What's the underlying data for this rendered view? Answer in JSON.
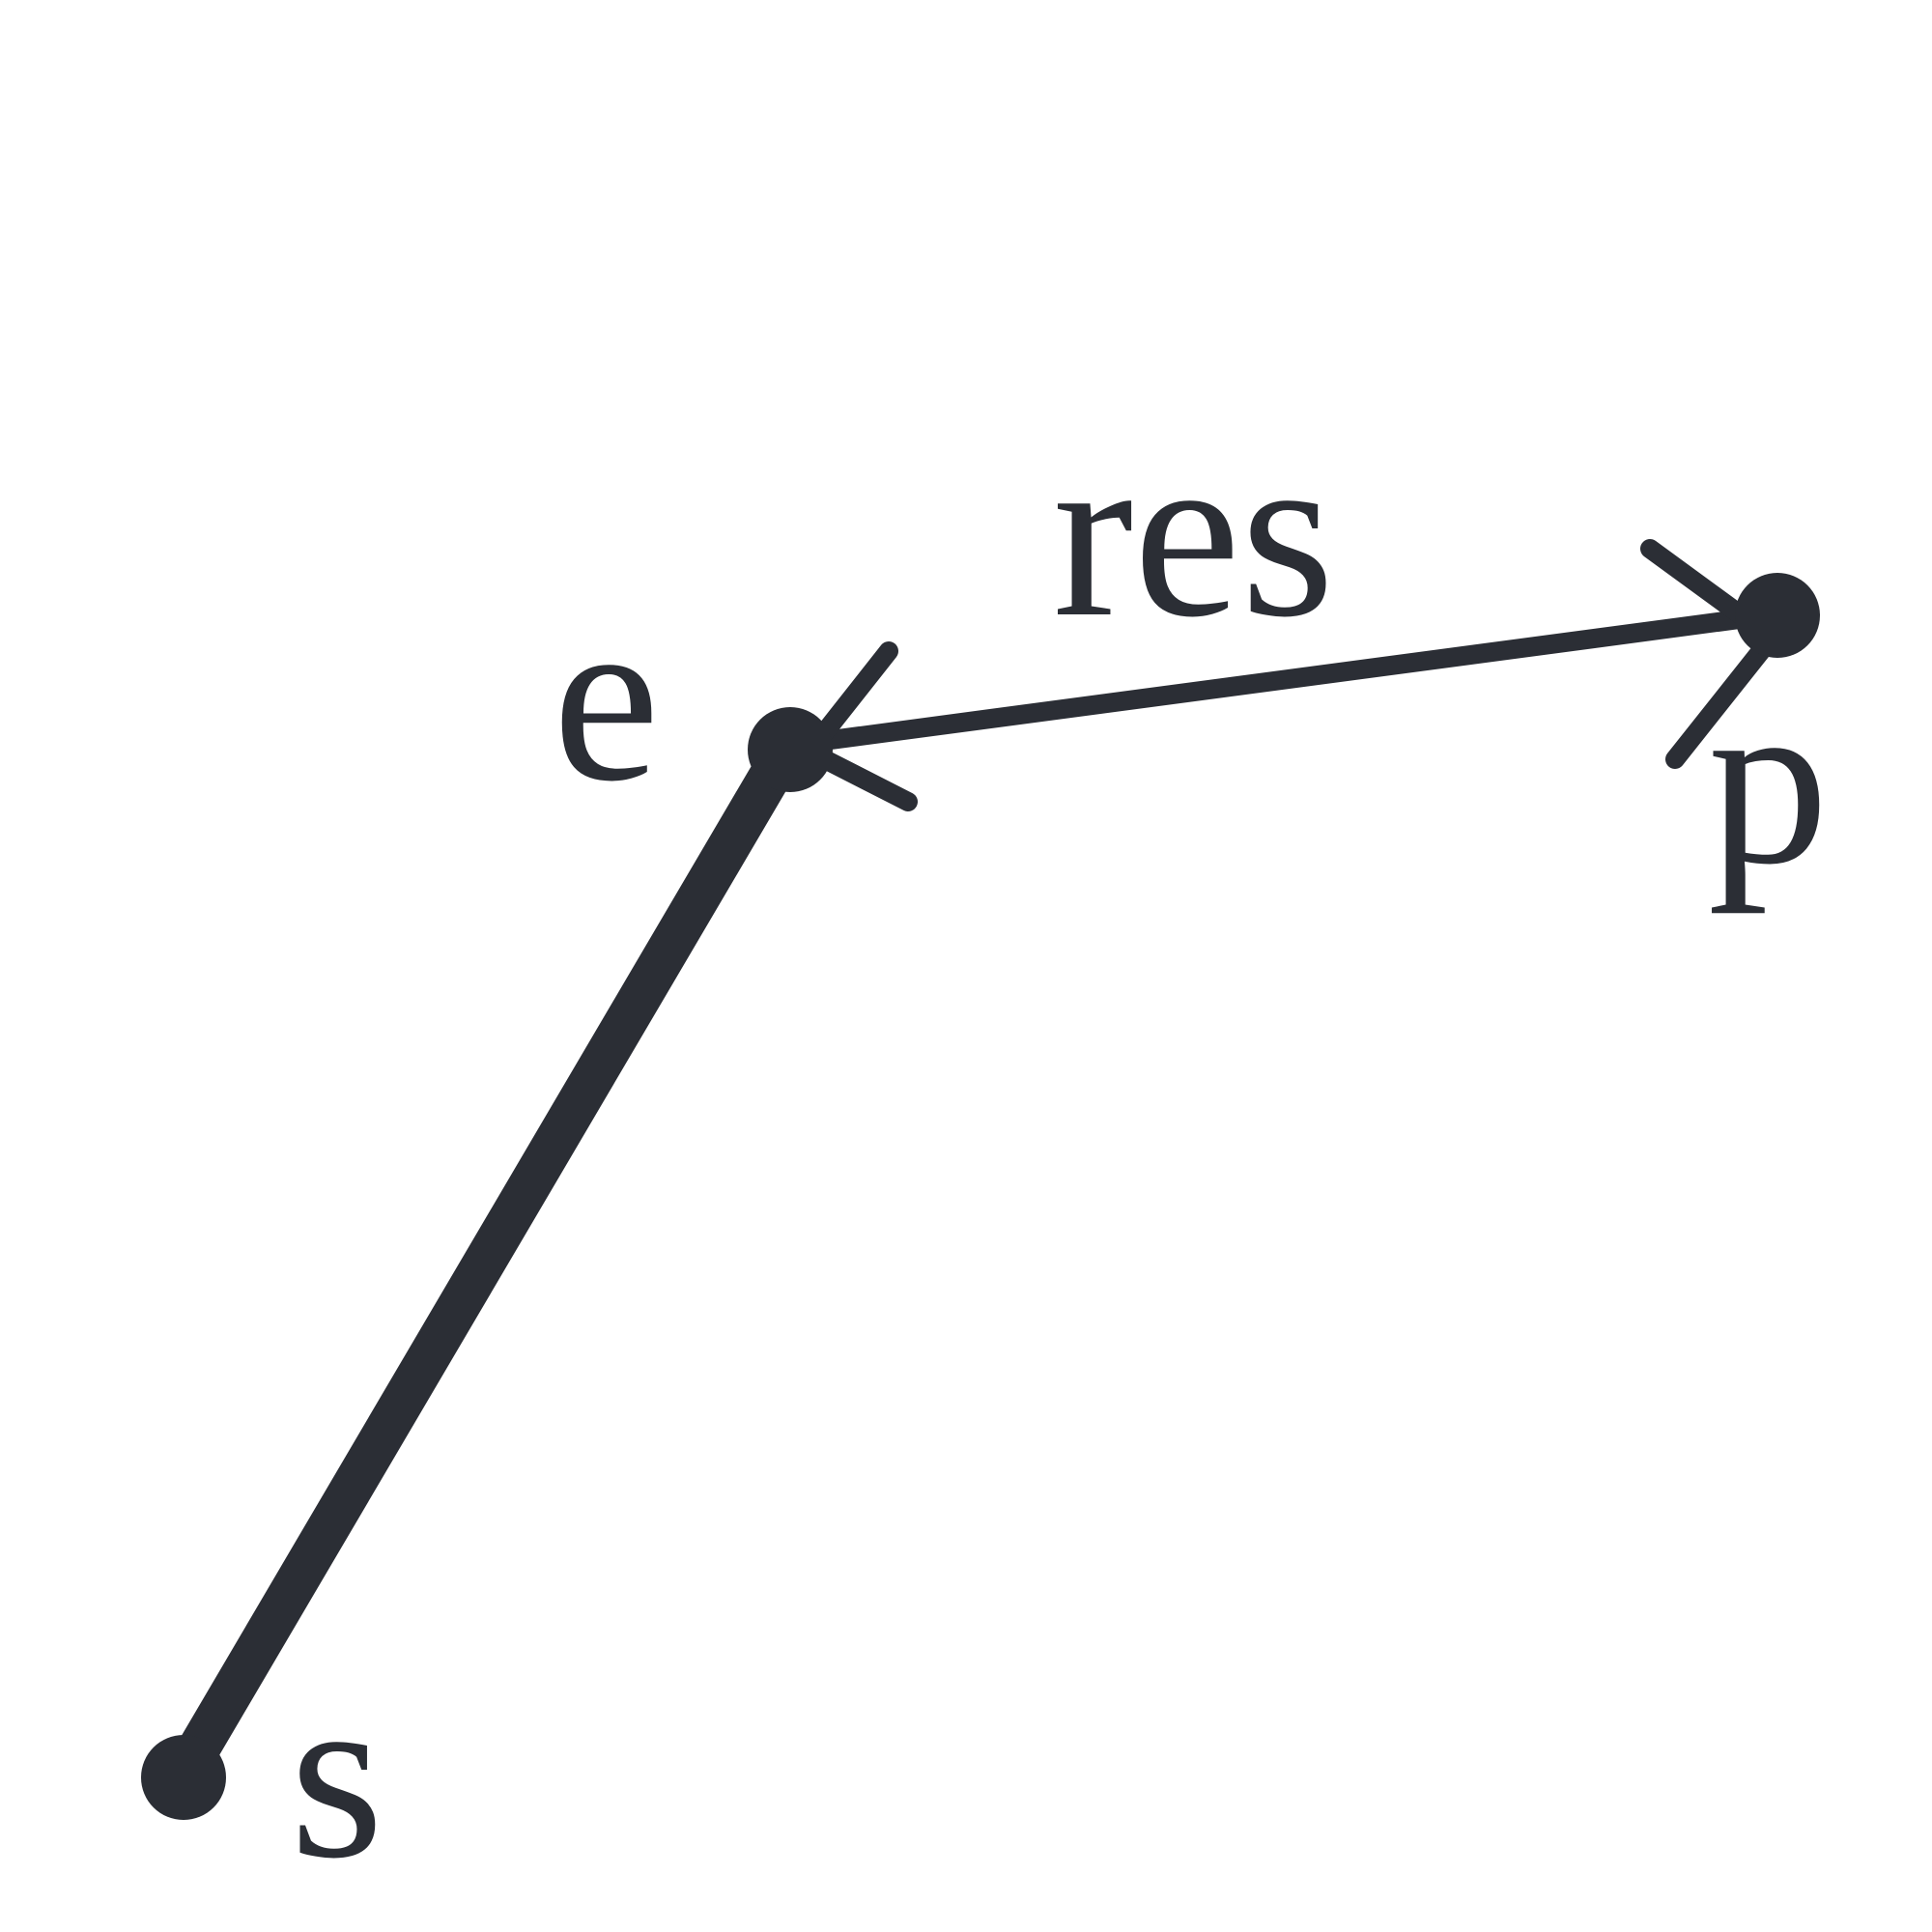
{
  "diagram": {
    "color": "#2b2e35",
    "nodes": {
      "s": {
        "label": "s"
      },
      "e": {
        "label": "e"
      },
      "p": {
        "label": "p"
      }
    },
    "edges": {
      "s_e": {
        "from": "s",
        "to": "e",
        "label": ""
      },
      "e_p": {
        "from": "e",
        "to": "p",
        "label": "res",
        "arrow": "both-ends"
      }
    }
  }
}
